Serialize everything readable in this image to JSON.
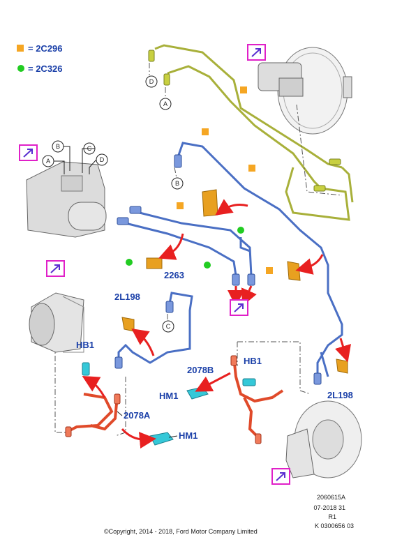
{
  "legend": [
    {
      "label": "= 2C296",
      "color": "#f5a623",
      "shape": "square"
    },
    {
      "label": "= 2C326",
      "color": "#22cc22",
      "shape": "circle"
    }
  ],
  "part_labels": {
    "p2263": "2263",
    "p2L198_left": "2L198",
    "p2L198_right": "2L198",
    "hb1_left": "HB1",
    "hb1_right": "HB1",
    "p2078B": "2078B",
    "p2078A": "2078A",
    "hm1_left": "HM1",
    "hm1_right": "HM1"
  },
  "callouts": {
    "a_top": "A",
    "b_top": "B",
    "c_top": "C",
    "d_top": "D",
    "d_upper": "D",
    "a_upper": "A",
    "b_mid": "B",
    "c_mid": "C"
  },
  "footer": {
    "ref1": "2060615A",
    "ref2": "07-2018 31",
    "ref3": "R1",
    "ref4": "K 0300656 03",
    "copyright": "©Copyright, 2014 - 2018, Ford Motor Company Limited"
  },
  "colors": {
    "label_blue": "#1a3fa8",
    "pipe_olive": "#a8b03a",
    "pipe_blue": "#4a6fc4",
    "hose_red": "#e04a2a",
    "clip_orange": "#e8a020",
    "clip_cyan": "#35c8d8",
    "arrow_red": "#e82020",
    "marker_magenta": "#e020c8"
  },
  "icons": [
    "view-marker-icon",
    "flow-arrow-icon"
  ]
}
